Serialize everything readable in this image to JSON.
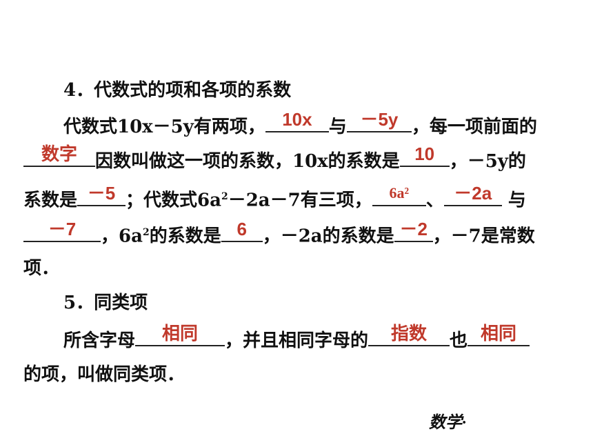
{
  "section4": {
    "heading": "4．代数式的项和各项的系数",
    "p1_a": "代数式10x－5y有两项，",
    "ans_10x": "10x",
    "p1_b": "与",
    "ans_neg5y": "－5y",
    "p1_c": "，每一项前面的",
    "ans_shuzi": "数字",
    "p2_a": "因数叫做这一项的系数，10x的系数是",
    "ans_10": "10",
    "p2_b": "，－5y的",
    "p3_a": "系数是",
    "ans_neg5": "－5",
    "p3_b": "；代数式6a",
    "p3_sup": "2",
    "p3_c": "－2a－7有三项，",
    "ans_6a2": "6a²",
    "p3_d": "、",
    "ans_neg2a": "－2a",
    "p3_e": "与",
    "ans_neg7": "－7",
    "p4_a": "，6a",
    "p4_sup": "2",
    "p4_b": "的系数是",
    "ans_6": "6",
    "p4_c": "，－2a的系数是",
    "ans_neg2": "－2",
    "p4_d": "，－7是常数",
    "p5": "项．"
  },
  "section5": {
    "heading": "5．同类项",
    "p1_a": "所含字母",
    "ans_xiangtong1": "相同",
    "p1_b": "，并且相同字母的",
    "ans_zhishu": "指数",
    "p1_c": "也",
    "ans_xiangtong2": "相同",
    "p2": "的项，叫做同类项．"
  },
  "footer": {
    "text": "数学·"
  },
  "colors": {
    "answer": "#c0392b",
    "text": "#111111"
  }
}
